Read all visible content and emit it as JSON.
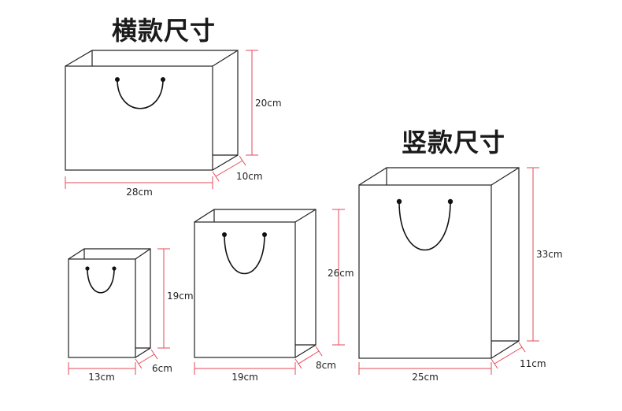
{
  "titles": {
    "horizontal": "横款尺寸",
    "vertical": "竖款尺寸"
  },
  "bags": [
    {
      "id": "horizontal-bag",
      "width": "28cm",
      "height": "20cm",
      "depth": "10cm"
    },
    {
      "id": "small-vertical-bag",
      "width": "13cm",
      "height": "19cm",
      "depth": "6cm"
    },
    {
      "id": "medium-vertical-bag",
      "width": "19cm",
      "height": "26cm",
      "depth": "8cm"
    },
    {
      "id": "large-vertical-bag",
      "width": "25cm",
      "height": "33cm",
      "depth": "11cm"
    }
  ],
  "colors": {
    "dimension_line": "#e34a5a",
    "outline": "#222222"
  }
}
